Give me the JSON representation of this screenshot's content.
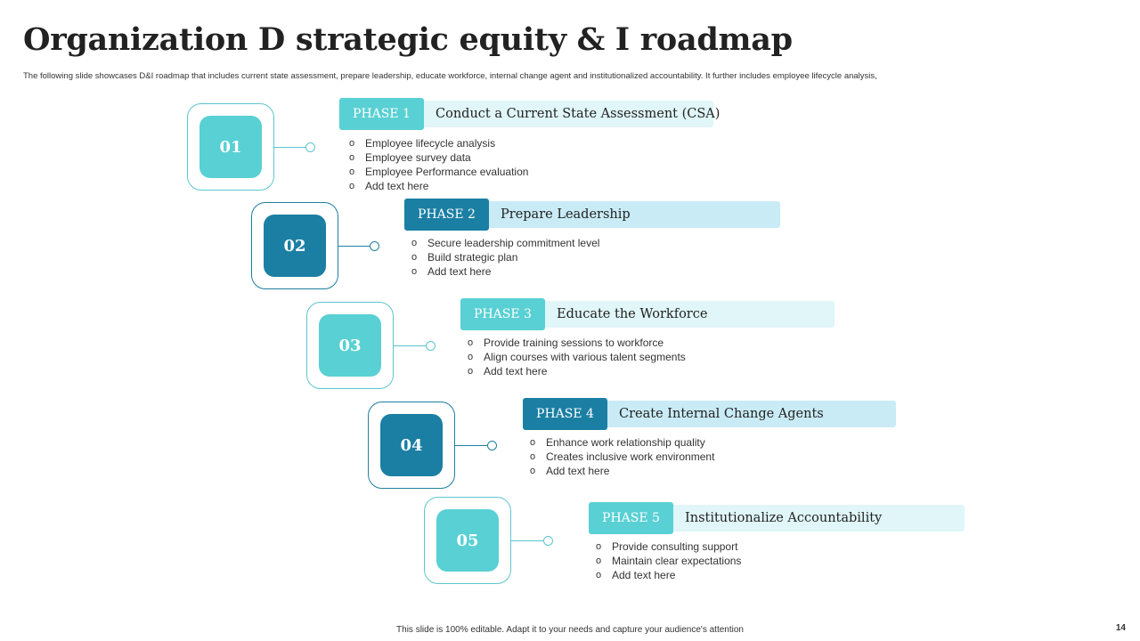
{
  "slide": {
    "title": "Organization D strategic equity & I roadmap",
    "subtitle": "The following slide showcases D&I roadmap that includes current state assessment, prepare leadership, educate workforce, internal change agent and institutionalized accountability. It further includes employee lifecycle analysis,",
    "footer": "This slide is 100% editable.  Adapt it to your needs and capture your audience's attention",
    "page_number": "14"
  },
  "colors": {
    "teal": "#59d0d3",
    "blue": "#1b7fa3",
    "light_teal_bar": "#e0f6f8",
    "light_blue_bar": "#c9ebf6"
  },
  "phases": [
    {
      "number": "01",
      "tag": "PHASE 1",
      "title": "Conduct a Current State Assessment (CSA)",
      "bullets": [
        "Employee lifecycle analysis",
        "Employee survey data",
        "Employee Performance  evaluation",
        "Add text here"
      ]
    },
    {
      "number": "02",
      "tag": "PHASE 2",
      "title": "Prepare Leadership",
      "bullets": [
        "Secure leadership commitment level",
        "Build strategic plan",
        "Add text here"
      ]
    },
    {
      "number": "03",
      "tag": "PHASE 3",
      "title": "Educate the Workforce",
      "bullets": [
        "Provide  training sessions to workforce",
        "Align courses with various  talent segments",
        "Add text here"
      ]
    },
    {
      "number": "04",
      "tag": "PHASE 4",
      "title": "Create Internal Change Agents",
      "bullets": [
        "Enhance work relationship quality",
        "Creates inclusive  work environment",
        "Add text here"
      ]
    },
    {
      "number": "05",
      "tag": "PHASE 5",
      "title": "Institutionalize Accountability",
      "bullets": [
        "Provide  consulting support",
        "Maintain clear expectations",
        "Add text here"
      ]
    }
  ]
}
